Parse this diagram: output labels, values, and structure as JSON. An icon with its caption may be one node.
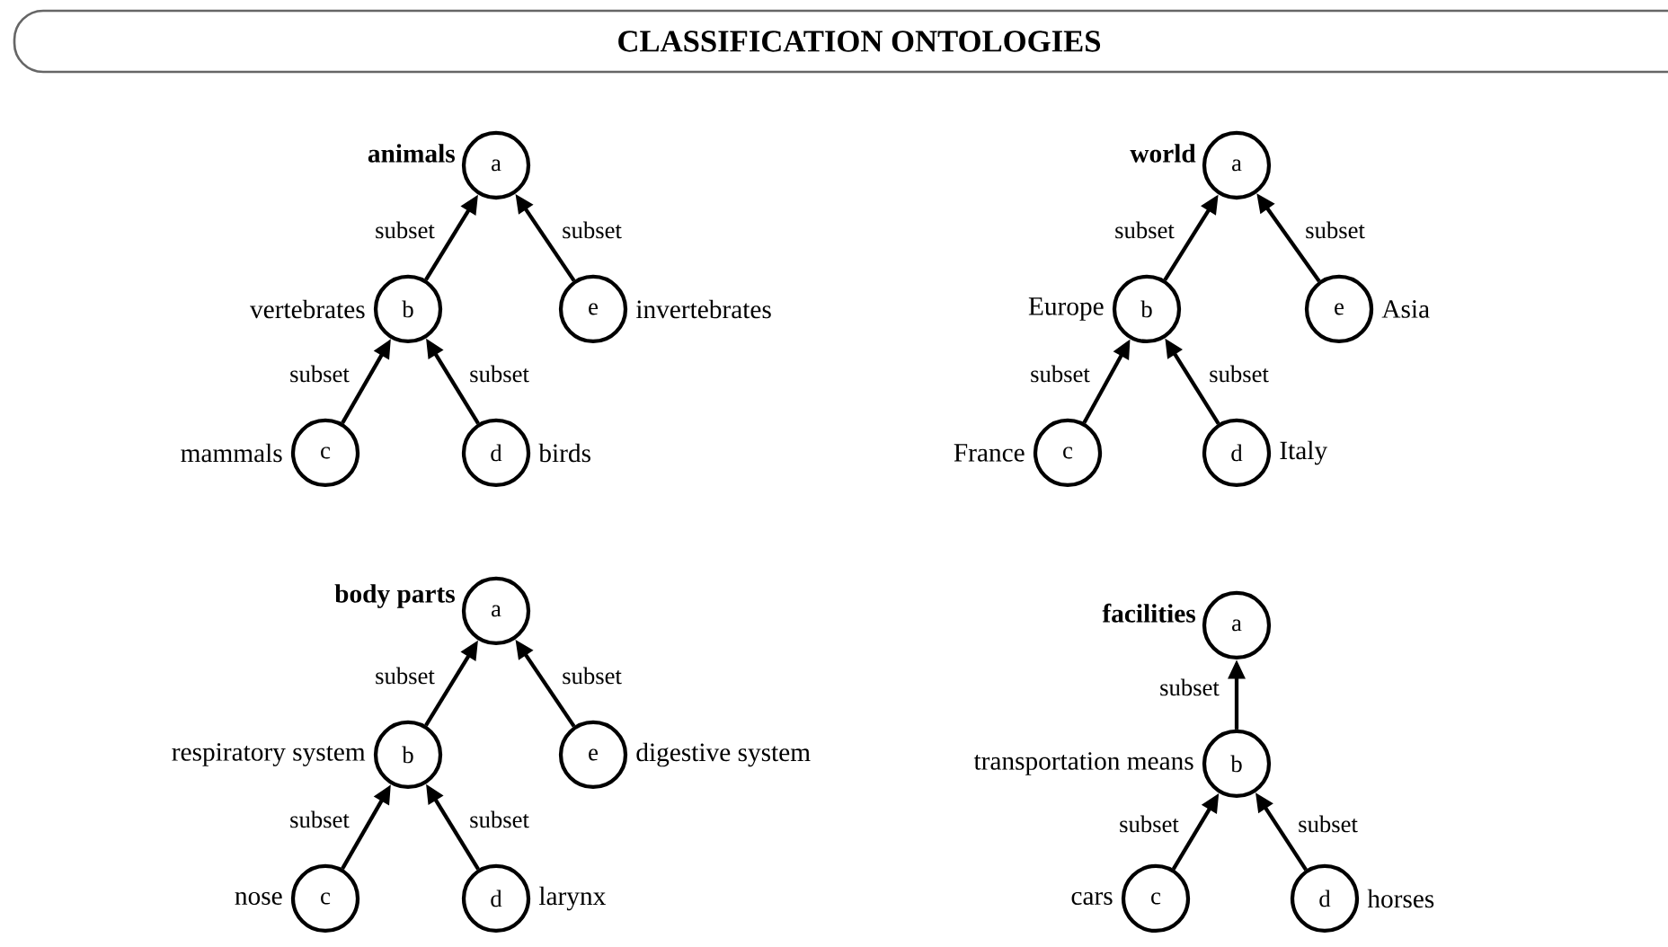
{
  "diagram": {
    "title": "CLASSIFICATION ONTOLOGIES",
    "nodes": [
      {
        "text": [
          "a"
        ],
        "beside": [
          "animals"
        ]
      },
      {
        "text": [
          "b"
        ],
        "beside": [
          "vertebrates"
        ]
      },
      {
        "text": [
          "e"
        ],
        "beside": [
          "invertebrates"
        ]
      },
      {
        "text": [
          "c"
        ],
        "beside": [
          "mammals"
        ]
      },
      {
        "text": [
          "d"
        ],
        "beside": [
          "birds"
        ]
      },
      {
        "text": [
          "a"
        ],
        "beside": [
          "world"
        ]
      },
      {
        "text": [
          "b"
        ],
        "beside": [
          "Europe"
        ]
      },
      {
        "text": [
          "e"
        ],
        "beside": [
          "Asia"
        ]
      },
      {
        "text": [
          "c"
        ],
        "beside": [
          "France"
        ]
      },
      {
        "text": [
          "d"
        ],
        "beside": [
          "Italy"
        ]
      },
      {
        "text": [
          "a"
        ],
        "beside": [
          "body parts"
        ]
      },
      {
        "text": [
          "b"
        ],
        "beside": [
          "respiratory system"
        ]
      },
      {
        "text": [
          "e"
        ],
        "beside": [
          "digestive system"
        ]
      },
      {
        "text": [
          "c"
        ],
        "beside": [
          "nose"
        ]
      },
      {
        "text": [
          "d"
        ],
        "beside": [
          "larynx"
        ]
      },
      {
        "text": [
          "a"
        ],
        "beside": [
          "facilities"
        ]
      },
      {
        "text": [
          "b"
        ],
        "beside": [
          "transportation means"
        ]
      },
      {
        "text": [
          "c"
        ],
        "beside": [
          "cars"
        ]
      },
      {
        "text": [
          "d"
        ],
        "beside": [
          "horses"
        ]
      }
    ],
    "edges": [
      {
        "from": 1,
        "to": 0,
        "arrow": "to",
        "label": "subset"
      },
      {
        "from": 2,
        "to": 0,
        "arrow": "to",
        "label": "subset"
      },
      {
        "from": 3,
        "to": 1,
        "arrow": "to",
        "label": "subset"
      },
      {
        "from": 4,
        "to": 1,
        "arrow": "to",
        "label": "subset"
      },
      {
        "from": 6,
        "to": 5,
        "arrow": "to",
        "label": "subset"
      },
      {
        "from": 7,
        "to": 5,
        "arrow": "to",
        "label": "subset"
      },
      {
        "from": 8,
        "to": 6,
        "arrow": "to",
        "label": "subset"
      },
      {
        "from": 9,
        "to": 6,
        "arrow": "to",
        "label": "subset"
      },
      {
        "from": 11,
        "to": 10,
        "arrow": "to",
        "label": "subset"
      },
      {
        "from": 12,
        "to": 10,
        "arrow": "to",
        "label": "subset"
      },
      {
        "from": 13,
        "to": 11,
        "arrow": "to",
        "label": "subset"
      },
      {
        "from": 14,
        "to": 11,
        "arrow": "to",
        "label": "subset"
      },
      {
        "from": 16,
        "to": 15,
        "arrow": "to",
        "label": "subset"
      },
      {
        "from": 17,
        "to": 16,
        "arrow": "to",
        "label": "subset"
      },
      {
        "from": 18,
        "to": 16,
        "arrow": "to",
        "label": "subset"
      }
    ]
  }
}
